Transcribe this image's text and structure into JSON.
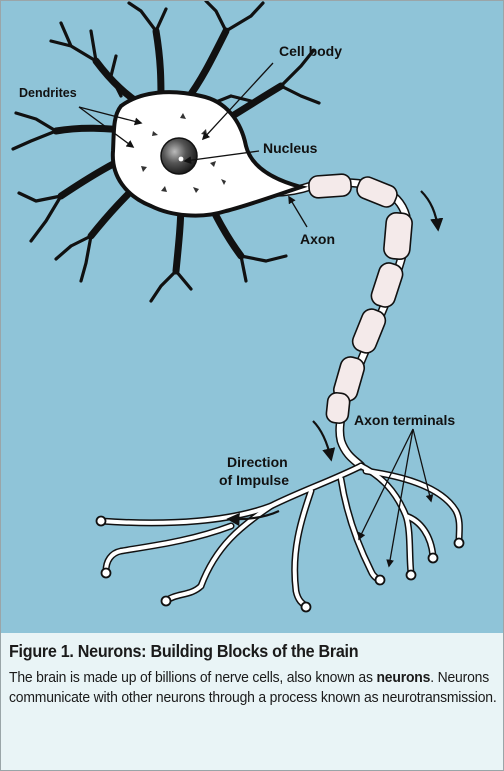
{
  "labels": {
    "cell_body": "Cell body",
    "dendrites": "Dendrites",
    "nucleus": "Nucleus",
    "axon": "Axon",
    "axon_terminals": "Axon terminals",
    "direction_line1": "Direction",
    "direction_line2": "of Impulse"
  },
  "caption": {
    "title": "Figure 1. Neurons: Building Blocks of the Brain",
    "body_before": "The brain is made up of billions of nerve cells, also known as ",
    "body_bold": "neurons",
    "body_after": ". Neurons communicate with other neurons through a process known as neurotransmission."
  },
  "colors": {
    "panel_background": "#8fc4d8",
    "caption_background": "#e9f4f6",
    "outline": "#111111",
    "cell_fill": "#ffffff",
    "myelin_fill": "#f4eaea"
  }
}
